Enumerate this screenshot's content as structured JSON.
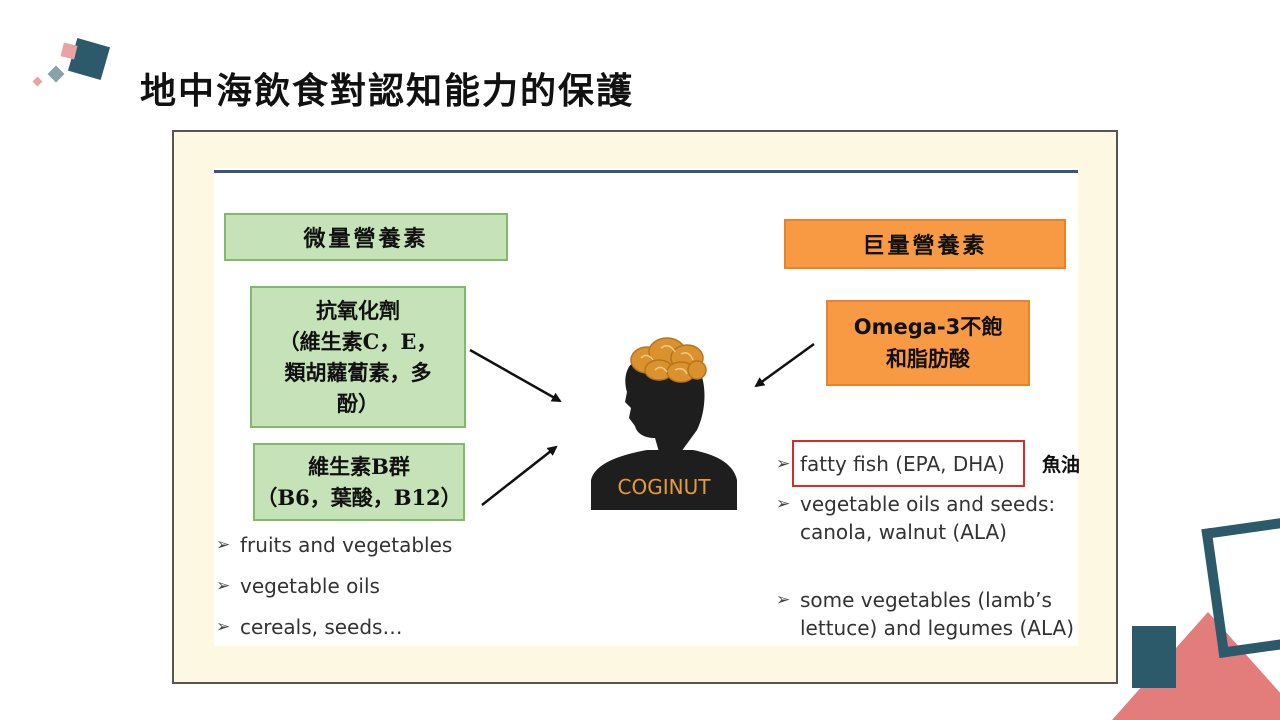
{
  "slide": {
    "title": "地中海飲食對認知能力的保護"
  },
  "figure": {
    "micro_header": "微量營養素",
    "macro_header": "巨量營養素",
    "antioxidants": "抗氧化劑\n（維生素C，E，\n類胡蘿蔔素，多\n酚）",
    "vitamin_b": "維生素B群\n（B6，葉酸，B12）",
    "omega": {
      "latin": "Omega-3",
      "rest": "不飽\n和脂肪酸"
    },
    "brand_label": "COGINUT",
    "left_bullets": [
      "fruits and vegetables",
      "vegetable oils",
      "cereals, seeds…"
    ],
    "right_bullets": [
      "fatty fish (EPA, DHA)",
      "vegetable oils and seeds: canola, walnut (ALA)",
      "some vegetables (lamb’s lettuce) and legumes (ALA)"
    ],
    "fish_oil_note": "魚油"
  },
  "colors": {
    "accent_teal": "#2c5a6b",
    "accent_pink": "#e8a3a3",
    "micro_green": "#c6e2b8",
    "macro_orange": "#f79a43",
    "highlight_red": "#d92b2b",
    "frame_bg": "#fdf8e2"
  },
  "icons": {
    "head": "head-with-walnut-brain-icon",
    "arrow": "arrow-icon",
    "bullet": "arrowhead-bullet-icon"
  }
}
